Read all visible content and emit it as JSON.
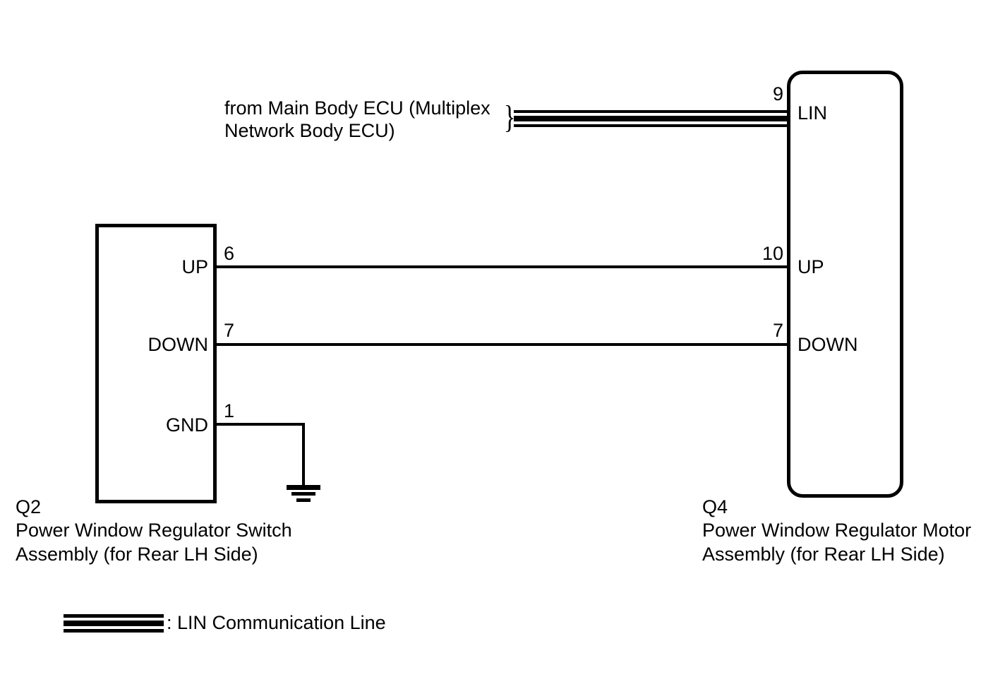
{
  "diagram": {
    "title_note": {
      "line1": "from Main Body ECU (Multiplex",
      "line2": "Network Body ECU)"
    },
    "switch_block": {
      "code": "Q2",
      "caption_line1": "Power Window Regulator Switch",
      "caption_line2": "Assembly (for Rear LH Side)",
      "ports": [
        {
          "name": "UP",
          "pin": "6"
        },
        {
          "name": "DOWN",
          "pin": "7"
        },
        {
          "name": "GND",
          "pin": "1"
        }
      ]
    },
    "motor_block": {
      "code": "Q4",
      "caption_line1": "Power Window Regulator Motor",
      "caption_line2": "Assembly (for Rear LH Side)",
      "ports": [
        {
          "name": "LIN",
          "pin": "9"
        },
        {
          "name": "UP",
          "pin": "10"
        },
        {
          "name": "DOWN",
          "pin": "7"
        }
      ]
    },
    "legend": {
      "symbol": "lin-triple-line-symbol",
      "label": ": LIN Communication Line"
    },
    "ground": {
      "symbol": "ground-earth-icon"
    },
    "colors": {
      "line": "#000000",
      "background": "#ffffff"
    }
  }
}
